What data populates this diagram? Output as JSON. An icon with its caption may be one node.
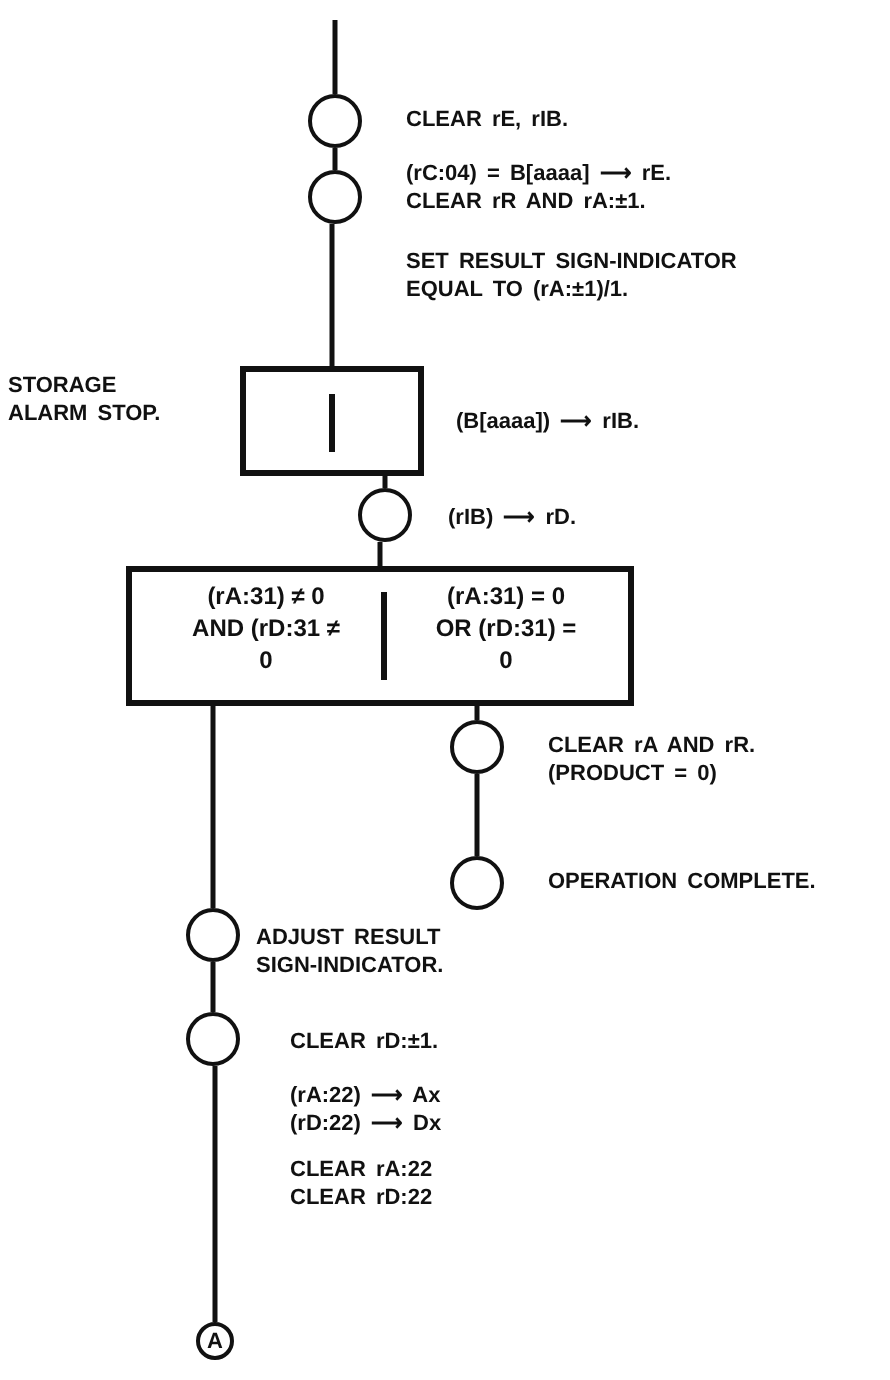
{
  "diagram": {
    "nodes": [
      {
        "text": [],
        "shape": "circle",
        "beside": [
          "CLEAR rE, rIB."
        ]
      },
      {
        "text": [],
        "shape": "circle",
        "beside": [
          "(rC:04) = B[aaaa] ⟶ rE. CLEAR rR AND rA:±1.",
          "SET RESULT SIGN-INDICATOR EQUAL TO (rA:±1)/1."
        ]
      },
      {
        "text": [],
        "shape": "box",
        "beside": [
          "STORAGE ALARM STOP.",
          "(B[aaaa]) ⟶ rIB."
        ]
      },
      {
        "text": [],
        "shape": "circle",
        "beside": [
          "(rIB) ⟶ rD."
        ]
      },
      {
        "text": [
          "(rA:31) ≠ 0 AND (rD:31 ≠ 0",
          "(rA:31) = 0 OR (rD:31) = 0"
        ]
      },
      {
        "text": [],
        "shape": "circle",
        "beside": [
          "CLEAR rA AND rR. (PRODUCT = 0)"
        ]
      },
      {
        "text": [],
        "shape": "circle",
        "beside": [
          "OPERATION COMPLETE."
        ]
      },
      {
        "text": [],
        "shape": "circle",
        "beside": [
          "ADJUST RESULT SIGN-INDICATOR."
        ]
      },
      {
        "text": [],
        "shape": "circle",
        "beside": [
          "CLEAR rD:±1.",
          "(rA:22) ⟶ Ax (rD:22) ⟶ Dx",
          "CLEAR rA:22 CLEAR rD:22"
        ]
      },
      {
        "text": [
          "A"
        ]
      }
    ],
    "edges": [
      {
        "from": null,
        "to": 0,
        "arrow": "none"
      },
      {
        "from": 0,
        "to": 1,
        "arrow": "none"
      },
      {
        "from": 1,
        "to": 2,
        "arrow": "none"
      },
      {
        "from": 2,
        "to": 3,
        "arrow": "none"
      },
      {
        "from": 3,
        "to": 4,
        "arrow": "none"
      },
      {
        "from": 4,
        "to": 5,
        "arrow": "none"
      },
      {
        "from": 5,
        "to": 6,
        "arrow": "none"
      },
      {
        "from": 4,
        "to": 7,
        "arrow": "none"
      },
      {
        "from": 7,
        "to": 8,
        "arrow": "none"
      },
      {
        "from": 8,
        "to": 9,
        "arrow": "none"
      }
    ]
  }
}
